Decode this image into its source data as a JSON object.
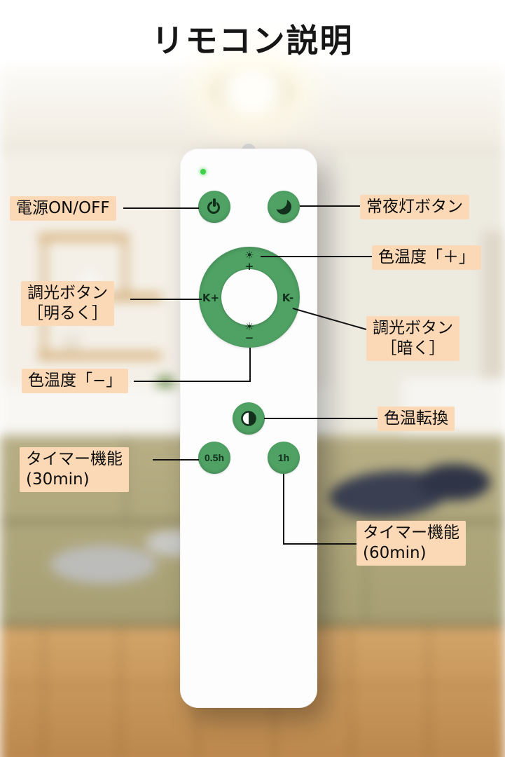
{
  "title": "リモコン説明",
  "colors": {
    "label_bg": "#fcd9b6",
    "button_green": "#4fa164",
    "icon_dark": "#12301c",
    "led_green": "#3fd04a",
    "line_black": "#111111"
  },
  "remote": {
    "icons": {
      "power": "power-icon",
      "night_light": "moon-icon",
      "temp_up": "sun-icon",
      "temp_down": "sun-icon",
      "color_switch": "half-circle-icon"
    },
    "dial": {
      "sun_glyph": "☀",
      "plus": "+",
      "minus": "−",
      "k_plus": "K+",
      "k_minus": "K-"
    },
    "buttons": {
      "timer30": "0.5h",
      "timer60": "1h"
    }
  },
  "callouts": {
    "power": "電源ON/OFF",
    "night_light": "常夜灯ボタン",
    "temp_plus": "色温度「＋」",
    "dim_bright_1": "調光ボタン",
    "dim_bright_2": "［明るく］",
    "dim_dark_1": "調光ボタン",
    "dim_dark_2": "［暗く］",
    "temp_minus": "色温度「−」",
    "color_switch": "色温転換",
    "timer30_1": "タイマー機能",
    "timer30_2": "(30min)",
    "timer60_1": "タイマー機能",
    "timer60_2": "(60min)"
  }
}
